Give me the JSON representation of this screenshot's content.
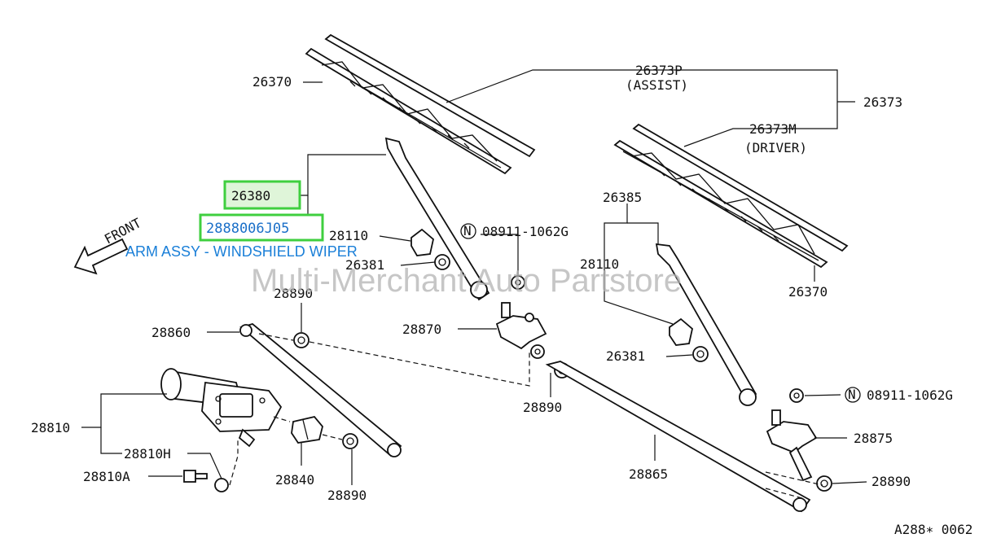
{
  "diagram": {
    "watermark": "Multi-Merchant Auto Partstore",
    "drawing_code": "A288∗ 0062",
    "front_label": "FRONT",
    "highlight": {
      "ref": "26380",
      "part_number": "2888006J05",
      "description": "ARM ASSY - WINDSHIELD WIPER"
    },
    "labels": {
      "l26370_top": "26370",
      "l26373p": "26373P",
      "l_assist": "(ASSIST)",
      "l26373": "26373",
      "l26373m": "26373M",
      "l_driver": "(DRIVER)",
      "l26385": "26385",
      "l28110_left": "28110",
      "l26381_left": "26381",
      "l08911_left": "08911-1062G",
      "l28110_right": "28110",
      "l26370_right": "26370",
      "l28890_top": "28890",
      "l28860": "28860",
      "l28870": "28870",
      "l26381_right": "26381",
      "l08911_right": "08911-1062G",
      "l28890_mid": "28890",
      "l28875": "28875",
      "l28810": "28810",
      "l28810h": "28810H",
      "l28810a": "28810A",
      "l28840": "28840",
      "l28890_bottom": "28890",
      "l28865": "28865",
      "l28890_right": "28890",
      "n_left": "N",
      "n_right": "N"
    }
  }
}
